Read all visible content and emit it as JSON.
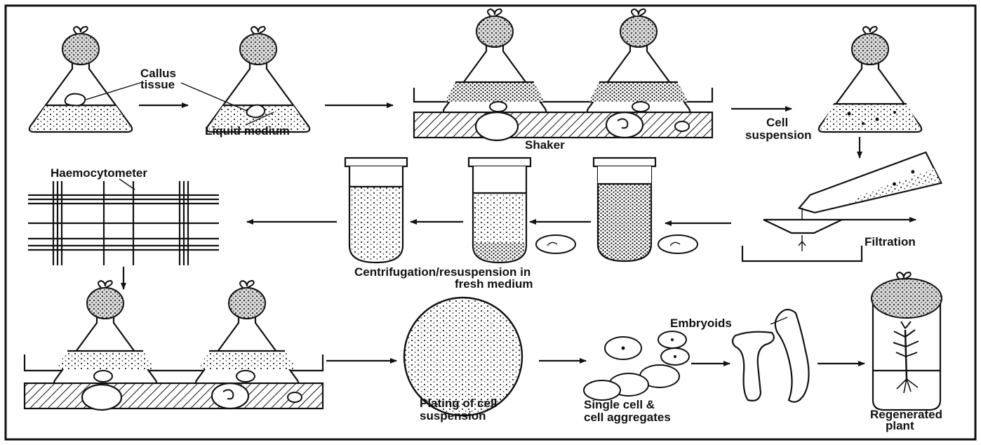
{
  "labels": {
    "callus_tissue_1": "Callus",
    "callus_tissue_2": "tissue",
    "liquid_medium": "Liquid medium",
    "shaker_top": "Shaker",
    "cell_suspension_1": "Cell",
    "cell_suspension_2": "suspension",
    "haemocytometer": "Haemocytometer",
    "centrifugation_1": "Centrifugation/resuspension in",
    "centrifugation_2": "fresh medium",
    "filtration": "Filtration",
    "embryoids": "Embryoids",
    "plating_1": "Plating of cell",
    "plating_2": "suspension",
    "single_cell_1": "Single cell &",
    "single_cell_2": "cell aggregates",
    "regenerated_1": "Regenerated",
    "regenerated_2": "plant"
  }
}
